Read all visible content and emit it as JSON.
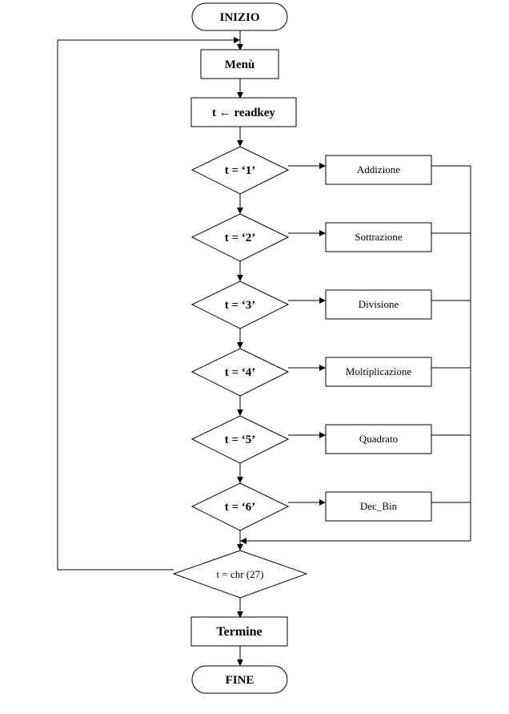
{
  "nodes": {
    "start": "INIZIO",
    "menu": "Menù",
    "read": "t ← readkey",
    "cond1": "t = ‘1’",
    "cond2": "t = ‘2’",
    "cond3": "t = ‘3’",
    "cond4": "t = ‘4’",
    "cond5": "t = ‘5’",
    "cond6": "t = ‘6’",
    "op1": "Addizione",
    "op2": "Sottrazione",
    "op3": "Divisione",
    "op4": "Moltiplicazione",
    "op5": "Quadrato",
    "op6": "Dec_Bin",
    "exit_cond": "t = chr (27)",
    "termine": "Termine",
    "end": "FINE"
  }
}
